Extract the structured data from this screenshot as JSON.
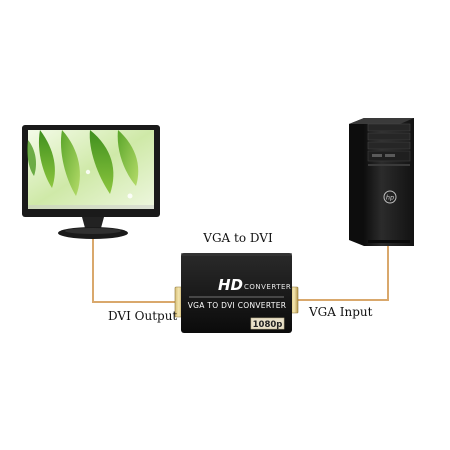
{
  "diagram": {
    "title": "VGA to DVI",
    "left_label": "DVI Output",
    "right_label": "VGA Input"
  },
  "device": {
    "brand": "HD",
    "brand_suffix": "CONVERTER",
    "model_line": "VGA TO DVI CONVERTER",
    "resolution_badge": "1080p"
  },
  "pc": {
    "logo": "hp"
  },
  "colors": {
    "cable": "#d9a86c",
    "device_body": "#151515",
    "badge_bg": "#e8e0c8",
    "monitor_bezel": "#1a1a1a",
    "tower_body": "#1c1c1c"
  },
  "icons": {
    "monitor": "monitor-icon",
    "tower": "pc-tower-icon",
    "converter": "converter-box-icon"
  }
}
